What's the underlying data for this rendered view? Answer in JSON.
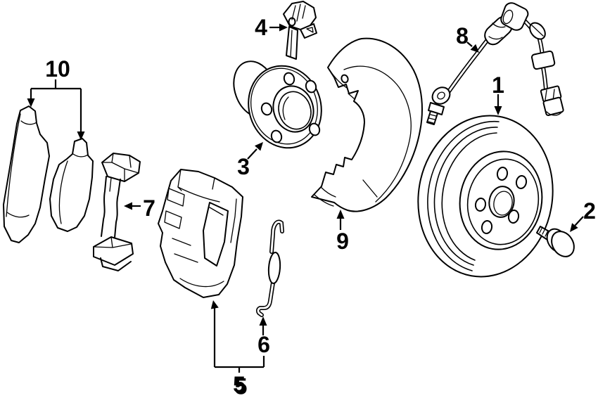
{
  "diagram": {
    "kind": "exploded-parts-diagram",
    "subject": "Front disc brake assembly",
    "background_color": "#ffffff",
    "line_color": "#000000",
    "highlight_color": "#e0180b",
    "callouts": [
      {
        "label": "1",
        "part": "brake-rotor",
        "highlighted": false
      },
      {
        "label": "2",
        "part": "rotor-set-screw",
        "highlighted": false
      },
      {
        "label": "3",
        "part": "wheel-hub-bearing",
        "highlighted": false
      },
      {
        "label": "4",
        "part": "abs-sensor-bracket",
        "highlighted": false
      },
      {
        "label": "5",
        "part": "brake-caliper-assembly",
        "highlighted": true
      },
      {
        "label": "6",
        "part": "pad-retaining-spring",
        "highlighted": false
      },
      {
        "label": "7",
        "part": "caliper-mounting-bracket",
        "highlighted": false
      },
      {
        "label": "8",
        "part": "brake-hose",
        "highlighted": false
      },
      {
        "label": "9",
        "part": "splash-shield",
        "highlighted": false
      },
      {
        "label": "10",
        "part": "brake-pad-set",
        "highlighted": false
      }
    ]
  }
}
